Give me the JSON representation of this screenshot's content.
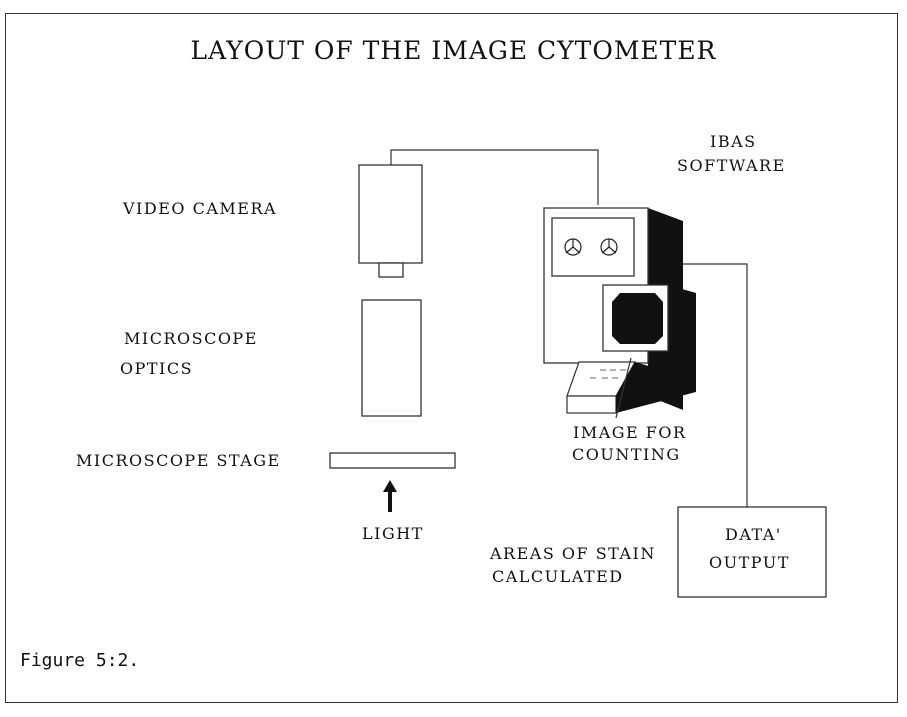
{
  "title": "LAYOUT OF THE IMAGE CYTOMETER",
  "labels": {
    "video_camera": "VIDEO CAMERA",
    "microscope_optics_1": "MICROSCOPE",
    "microscope_optics_2": "OPTICS",
    "microscope_stage": "MICROSCOPE STAGE",
    "light": "LIGHT",
    "ibas_1": "IBAS",
    "ibas_2": "SOFTWARE",
    "image_for_counting_1": "IMAGE FOR",
    "image_for_counting_2": "COUNTING",
    "areas_1": "AREAS OF STAIN",
    "areas_2": "CALCULATED",
    "data_output_1": "DATA'",
    "data_output_2": "OUTPUT"
  },
  "caption": "Figure 5:2."
}
